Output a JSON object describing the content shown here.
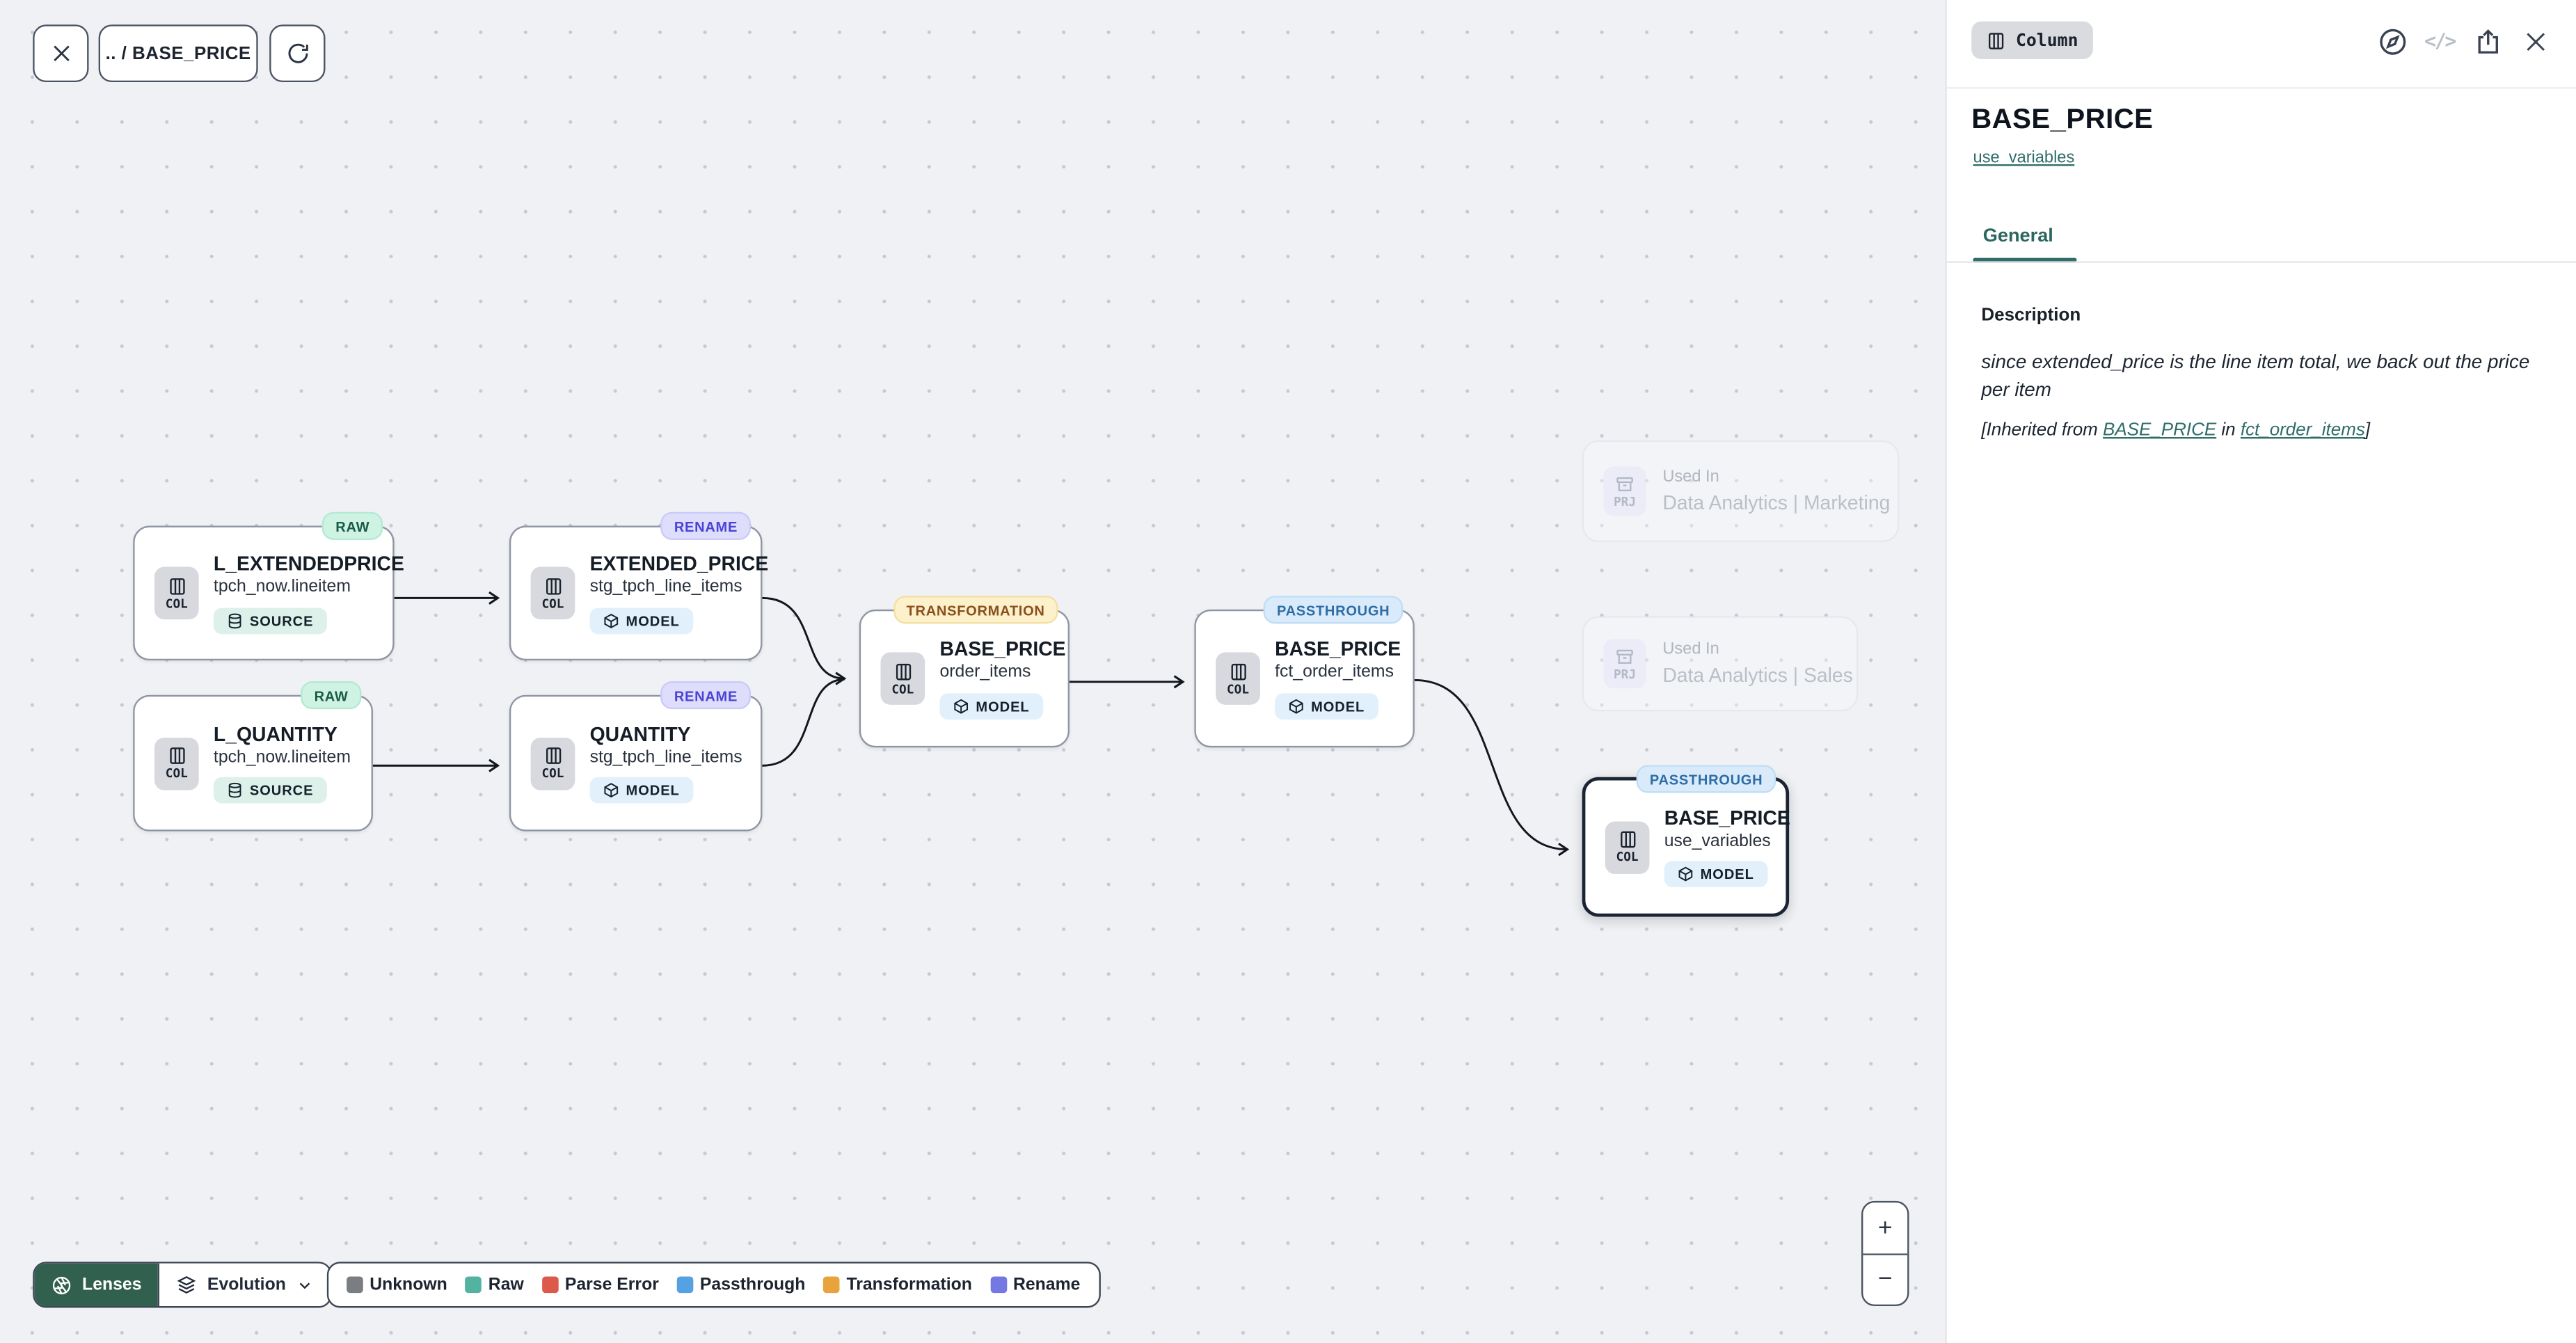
{
  "toolbar": {
    "breadcrumb": ".. / BASE_PRICE"
  },
  "canvas": {
    "nodes": [
      {
        "title": "L_EXTENDEDPRICE",
        "subtitle": "tpch_now.lineitem",
        "icon_label": "COL",
        "type_label": "SOURCE",
        "tag": "RAW"
      },
      {
        "title": "EXTENDED_PRICE",
        "subtitle": "stg_tpch_line_items",
        "icon_label": "COL",
        "type_label": "MODEL",
        "tag": "RENAME"
      },
      {
        "title": "L_QUANTITY",
        "subtitle": "tpch_now.lineitem",
        "icon_label": "COL",
        "type_label": "SOURCE",
        "tag": "RAW"
      },
      {
        "title": "QUANTITY",
        "subtitle": "stg_tpch_line_items",
        "icon_label": "COL",
        "type_label": "MODEL",
        "tag": "RENAME"
      },
      {
        "title": "BASE_PRICE",
        "subtitle": "order_items",
        "icon_label": "COL",
        "type_label": "MODEL",
        "tag": "TRANSFORMATION"
      },
      {
        "title": "BASE_PRICE",
        "subtitle": "fct_order_items",
        "icon_label": "COL",
        "type_label": "MODEL",
        "tag": "PASSTHROUGH"
      },
      {
        "title": "BASE_PRICE",
        "subtitle": "use_variables",
        "icon_label": "COL",
        "type_label": "MODEL",
        "tag": "PASSTHROUGH"
      }
    ],
    "used_in": [
      {
        "badge": "PRJ",
        "label": "Used In",
        "project": "Data Analytics | Marketing"
      },
      {
        "badge": "PRJ",
        "label": "Used In",
        "project": "Data Analytics | Sales"
      }
    ]
  },
  "bottom_bar": {
    "lenses_label": "Lenses",
    "mode_label": "Evolution"
  },
  "legend": {
    "items": [
      {
        "label": "Unknown",
        "color": "#7a7d82"
      },
      {
        "label": "Raw",
        "color": "#53b2a0"
      },
      {
        "label": "Parse Error",
        "color": "#dc5a4a"
      },
      {
        "label": "Passthrough",
        "color": "#55a1e2"
      },
      {
        "label": "Transformation",
        "color": "#e8a33c"
      },
      {
        "label": "Rename",
        "color": "#7577e3"
      }
    ]
  },
  "zoom_controls": {
    "zoom_in": "+",
    "zoom_out": "−"
  },
  "panel": {
    "type_badge": "Column",
    "title": "BASE_PRICE",
    "subtitle_link": "use_variables",
    "tabs": [
      {
        "label": "General",
        "active": true
      }
    ],
    "description": {
      "label": "Description",
      "text": "since extended_price is the line item total, we back out the price per item",
      "inherited_prefix": "[Inherited from ",
      "inherited_link_column": "BASE_PRICE",
      "inherited_mid": " in ",
      "inherited_link_model": "fct_order_items",
      "inherited_suffix": "]"
    }
  },
  "colors": {
    "accent_teal": "#2e6d68",
    "lenses_green": "#32604f",
    "selection_border": "#1b2433"
  }
}
